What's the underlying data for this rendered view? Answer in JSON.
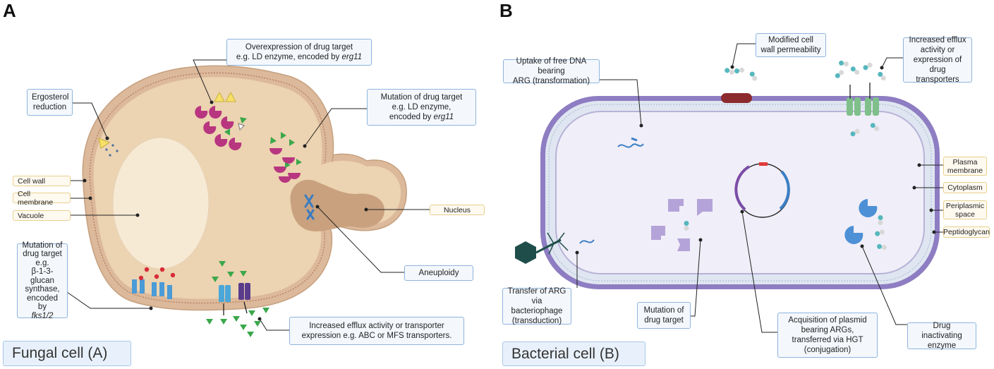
{
  "panel_a": {
    "letter": "A",
    "caption": "Fungal cell (A)",
    "callouts": {
      "overexpression_1": "Overexpression of drug target",
      "overexpression_2": "e.g. LD enzyme, encoded by",
      "overexpression_gene": "erg11",
      "mutation_1": "Mutation of drug target",
      "mutation_2": "e.g. LD enzyme,",
      "mutation_3": "encoded by",
      "mutation_gene": "erg11",
      "ergosterol_1": "Ergosterol",
      "ergosterol_2": "reduction",
      "glucan_1": "Mutation of",
      "glucan_2": "drug target",
      "glucan_3": "e.g.",
      "glucan_4": "β-1-3-glucan",
      "glucan_5": "synthase,",
      "glucan_6": "encoded by",
      "glucan_gene": "fks1/2",
      "aneuploidy": "Aneuploidy",
      "efflux_1": "Increased efflux activity or transporter",
      "efflux_2": "expression e.g. ABC or MFS transporters."
    },
    "tags": {
      "cell_wall": "Cell wall",
      "cell_membrane": "Cell membrane",
      "vacuole": "Vacuole",
      "nucleus": "Nucleus"
    }
  },
  "panel_b": {
    "letter": "B",
    "caption": "Bacterial cell (B)",
    "callouts": {
      "permeability_1": "Modified cell",
      "permeability_2": "wall permeability",
      "uptake_1": "Uptake of free DNA bearing",
      "uptake_2": "ARG (transformation)",
      "efflux_1": "Increased efflux",
      "efflux_2": "activity or",
      "efflux_3": "expression of",
      "efflux_4": "drug transporters",
      "transduction_1": "Transfer of ARG",
      "transduction_2": "via bacteriophage",
      "transduction_3": "(transduction)",
      "mutation_1": "Mutation of",
      "mutation_2": "drug target",
      "plasmid_1": "Acquisition of plasmid",
      "plasmid_2": "bearing ARGs,",
      "plasmid_3": "transferred via HGT",
      "plasmid_4": "(conjugation)",
      "inactivating_1": "Drug inactivating",
      "inactivating_2": "enzyme"
    },
    "tags": {
      "plasma_membrane_1": "Plasma",
      "plasma_membrane_2": "membrane",
      "cytoplasm": "Cytoplasm",
      "periplasmic_1": "Periplasmic",
      "periplasmic_2": "space",
      "peptidoglycan": "Peptidoglycan"
    }
  },
  "colors": {
    "fungal_wall": "#dcb99a",
    "fungal_body": "#ecd3b1",
    "nucleus": "#c9a17e",
    "enzyme_magenta": "#b8367f",
    "drug_green": "#3aa84a",
    "bacterial_wall": "#9483c7",
    "callout_border": "#8fb4dc",
    "tag_border": "#e8cf8e"
  },
  "icons": [
    "bacteriophage-icon",
    "plasmid-icon",
    "dna-strand-icon",
    "pill-icon",
    "efflux-pump-icon",
    "chromosome-icon"
  ]
}
